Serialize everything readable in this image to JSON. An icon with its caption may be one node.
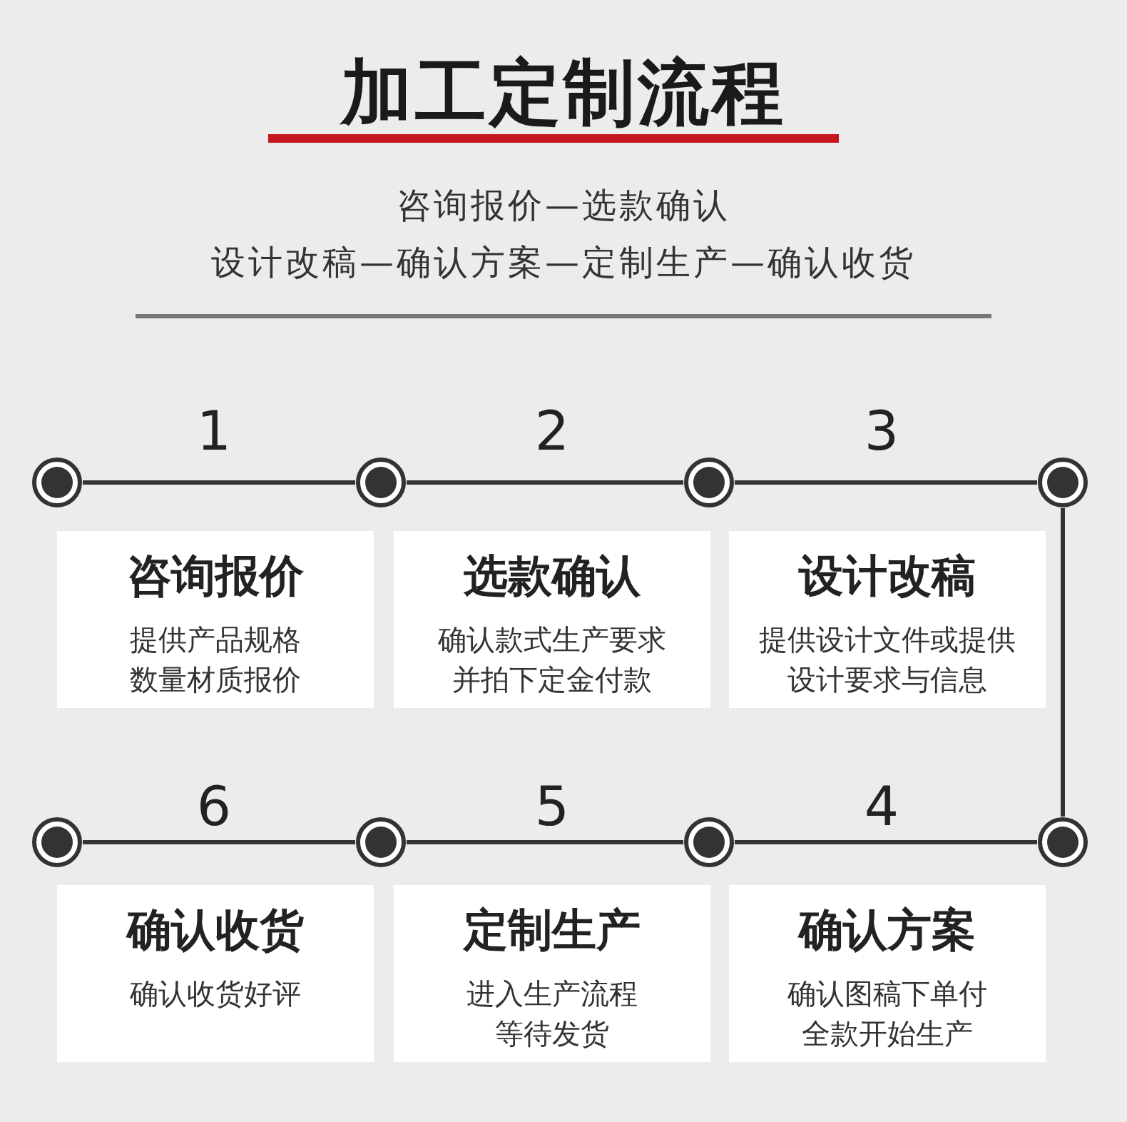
{
  "diagram": {
    "title": "加工定制流程",
    "nodes": [
      {
        "text": [],
        "shape": "circle"
      },
      {
        "text": [],
        "shape": "circle"
      },
      {
        "text": [],
        "shape": "circle"
      },
      {
        "text": [],
        "shape": "circle"
      },
      {
        "text": [
          "咨询报价",
          "提供产品规格数量材质报价"
        ]
      },
      {
        "text": [
          "选款确认",
          "确认款式生产要求并拍下定金付款"
        ]
      },
      {
        "text": [
          "设计改稿",
          "提供设计文件或提供设计要求与信息"
        ]
      },
      {
        "text": [],
        "shape": "circle"
      },
      {
        "text": [],
        "shape": "circle"
      },
      {
        "text": [],
        "shape": "circle"
      },
      {
        "text": [],
        "shape": "circle"
      },
      {
        "text": [
          "确认收货",
          "确认收货好评"
        ]
      },
      {
        "text": [
          "定制生产",
          "进入生产流程等待发货"
        ]
      },
      {
        "text": [
          "确认方案",
          "确认图稿下单付全款开始生产"
        ]
      }
    ],
    "edges": [
      {
        "from": 0,
        "to": 1,
        "arrow": "none"
      },
      {
        "from": 1,
        "to": 2,
        "arrow": "none"
      },
      {
        "from": 2,
        "to": 3,
        "arrow": "none"
      },
      {
        "from": 3,
        "to": 10,
        "arrow": "none"
      },
      {
        "from": 10,
        "to": 9,
        "arrow": "none"
      },
      {
        "from": 9,
        "to": 8,
        "arrow": "none"
      },
      {
        "from": 8,
        "to": 7,
        "arrow": "none"
      }
    ],
    "labels": [
      "咨询报价—选款确认",
      "设计改稿—确认方案—定制生产—确认收货",
      "1",
      "2",
      "3",
      "6",
      "5",
      "4"
    ]
  }
}
